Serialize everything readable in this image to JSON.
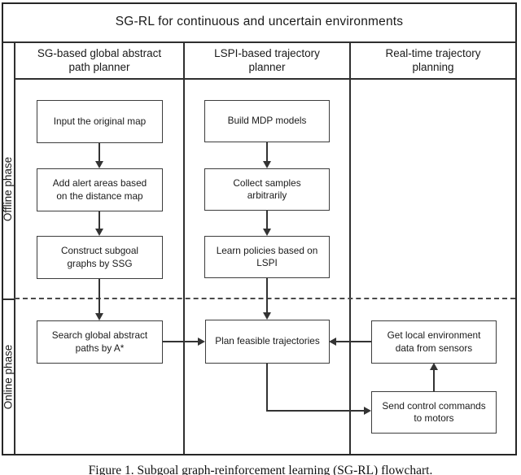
{
  "figure": {
    "title": "SG-RL for continuous and uncertain environments",
    "caption": "Figure 1. Subgoal graph-reinforcement learning (SG-RL) flowchart.",
    "phases": [
      {
        "label": "Offline phase"
      },
      {
        "label": "Online phase"
      }
    ],
    "columns": [
      {
        "header": "SG-based global abstract\npath planner"
      },
      {
        "header": "LSPI-based trajectory\nplanner"
      },
      {
        "header": "Real-time trajectory\nplanning"
      }
    ],
    "nodes": [
      {
        "id": "input-original-map",
        "label": "Input the original map"
      },
      {
        "id": "add-alert-areas",
        "label": "Add alert areas based\non the distance map"
      },
      {
        "id": "construct-subgoal-graphs",
        "label": "Construct subgoal\ngraphs by SSG"
      },
      {
        "id": "build-mdp-models",
        "label": "Build MDP models"
      },
      {
        "id": "collect-samples",
        "label": "Collect samples\narbitrarily"
      },
      {
        "id": "learn-policies-lspi",
        "label": "Learn policies based on\nLSPI"
      },
      {
        "id": "search-global-paths",
        "label": "Search global abstract\npaths by A*"
      },
      {
        "id": "plan-feasible-trajectories",
        "label": "Plan feasible trajectories"
      },
      {
        "id": "get-local-environment",
        "label": "Get local environment\ndata from sensors"
      },
      {
        "id": "send-control-commands",
        "label": "Send control commands\nto motors"
      }
    ],
    "edges": [
      {
        "from": "input-original-map",
        "to": "add-alert-areas"
      },
      {
        "from": "add-alert-areas",
        "to": "construct-subgoal-graphs"
      },
      {
        "from": "construct-subgoal-graphs",
        "to": "search-global-paths"
      },
      {
        "from": "build-mdp-models",
        "to": "collect-samples"
      },
      {
        "from": "collect-samples",
        "to": "learn-policies-lspi"
      },
      {
        "from": "learn-policies-lspi",
        "to": "plan-feasible-trajectories"
      },
      {
        "from": "search-global-paths",
        "to": "plan-feasible-trajectories"
      },
      {
        "from": "get-local-environment",
        "to": "plan-feasible-trajectories"
      },
      {
        "from": "plan-feasible-trajectories",
        "to": "send-control-commands"
      },
      {
        "from": "send-control-commands",
        "to": "get-local-environment"
      }
    ],
    "colors": {
      "line": "#2f2f2f",
      "box_border": "#3d3d3d",
      "background": "#ffffff",
      "text": "#1a1a1a"
    }
  }
}
